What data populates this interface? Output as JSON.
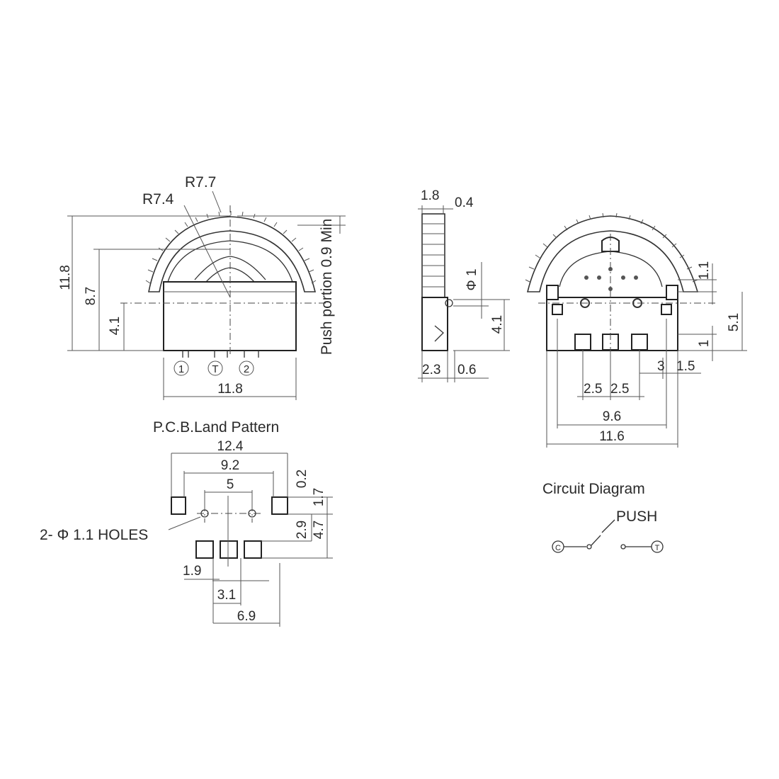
{
  "front_view": {
    "radius_outer": "R7.7",
    "radius_inner": "R7.4",
    "height_total": "11.8",
    "height_center": "8.7",
    "height_base": "4.1",
    "width": "11.8",
    "push_note": "Push portion 0.9 Min",
    "terminals": [
      "1",
      "T",
      "2"
    ]
  },
  "side_view": {
    "top_width": "1.8",
    "top_offset": "0.4",
    "hole_dia": "Φ 1",
    "height_base": "4.1",
    "base_width": "2.3",
    "base_offset": "0.6"
  },
  "back_view": {
    "dim_1_1": "1.1",
    "dim_5_1": "5.1",
    "dim_1": "1",
    "pitch_left": "2.5",
    "pitch_right": "2.5",
    "dim_3": "3",
    "dim_1_5": "1.5",
    "span_inner": "9.6",
    "span_outer": "11.6"
  },
  "land_pattern": {
    "title": "P.C.B.Land Pattern",
    "width_outer": "12.4",
    "width_mid": "9.2",
    "width_inner": "5",
    "dim_0_2": "0.2",
    "dim_1_7": "1.7",
    "dim_2_9": "2.9",
    "dim_4_7": "4.7",
    "dim_1_9": "1.9",
    "dim_3_1": "3.1",
    "dim_6_9": "6.9",
    "holes_note": "2- Φ 1.1 HOLES"
  },
  "circuit": {
    "title": "Circuit Diagram",
    "push_label": "PUSH",
    "node_left": "C",
    "node_right": "T"
  }
}
